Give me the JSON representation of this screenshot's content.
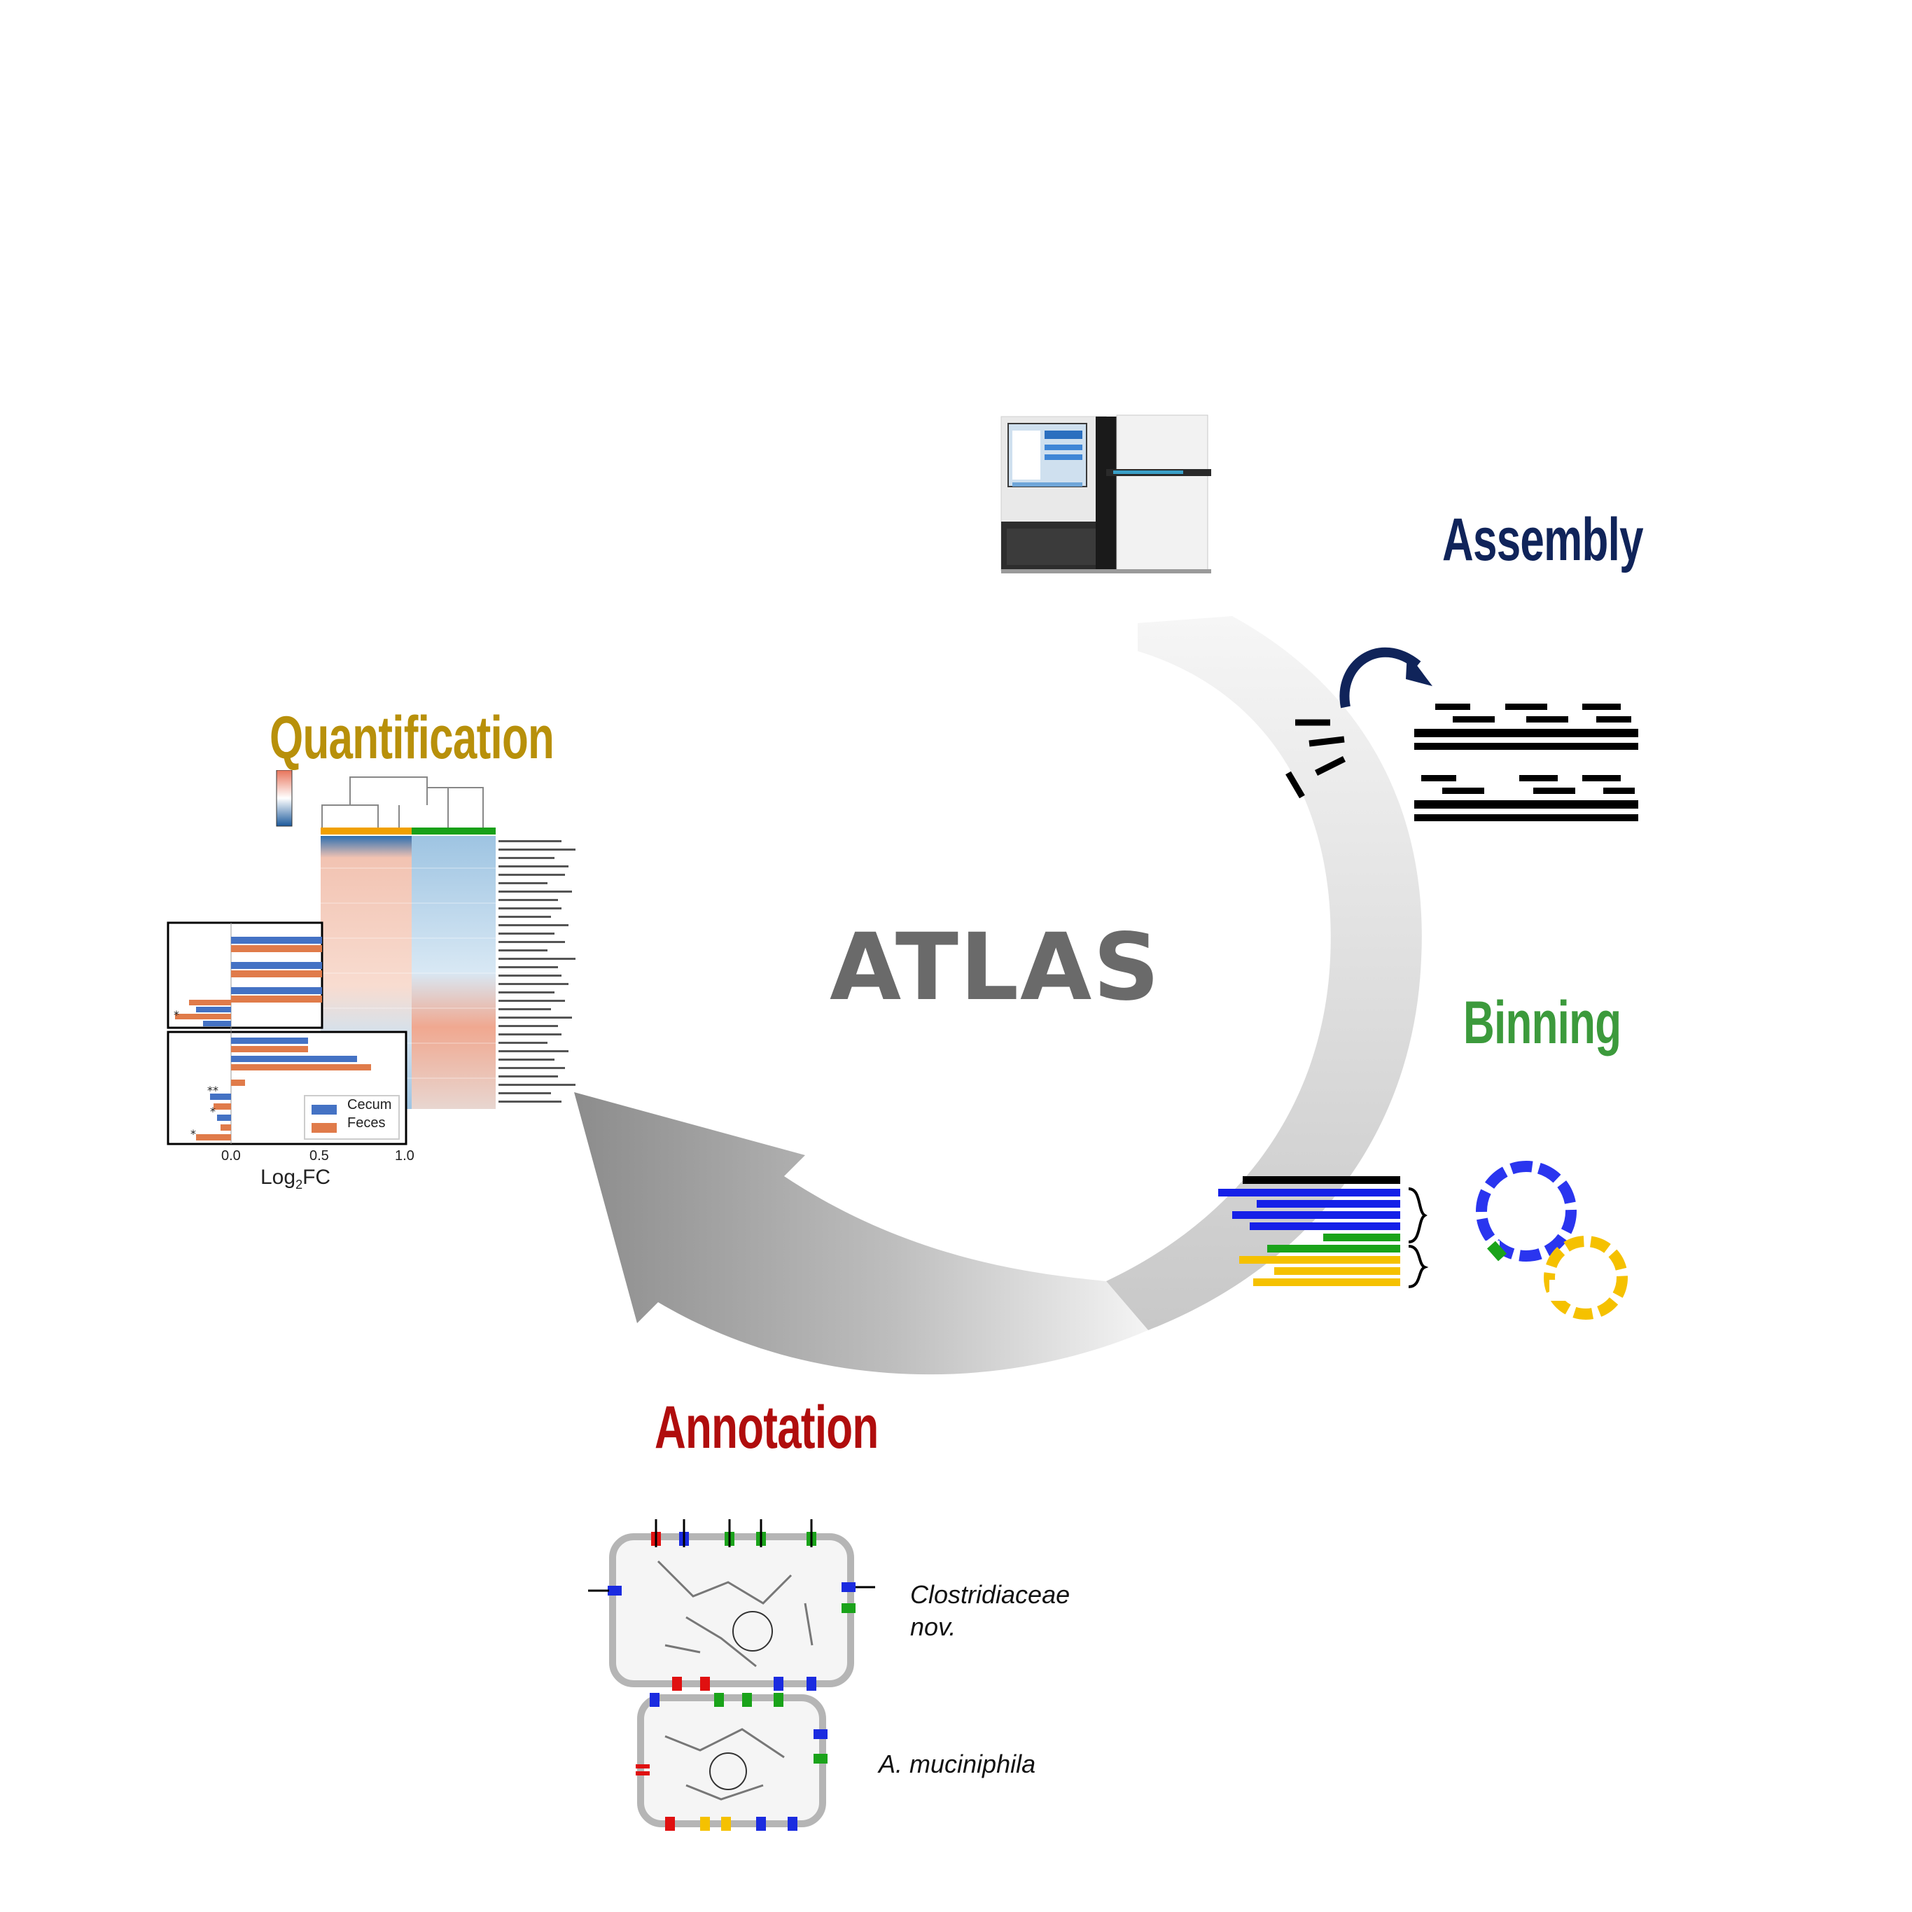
{
  "title": "ATLAS",
  "steps": {
    "assembly": {
      "label": "Assembly",
      "color": "#10245a"
    },
    "binning": {
      "label": "Binning",
      "color": "#3c9a3c"
    },
    "annotation": {
      "label": "Annotation",
      "color": "#b00d0d"
    },
    "quantification": {
      "label": "Quantification",
      "color": "#b8900a"
    }
  },
  "annotation": {
    "organisms": [
      "Clostridiaceae",
      "nov.",
      "A. muciniphila"
    ]
  },
  "quantification": {
    "legend": [
      "Cecum",
      "Feces"
    ],
    "legend_colors": [
      "#4472c4",
      "#e07b4a"
    ],
    "x_ticks": [
      "0.0",
      "0.5",
      "1.0"
    ],
    "x_label": "Log",
    "x_label_sub": "2",
    "x_label_suffix": "FC",
    "significance_marks": [
      "*",
      "**",
      "*",
      "*"
    ]
  },
  "icons": [
    "sequencer-icon",
    "reads-icon",
    "assembly-arrow-icon",
    "contigs-icon",
    "bins-icon",
    "metabolic-map-icon",
    "heatmap-icon"
  ]
}
